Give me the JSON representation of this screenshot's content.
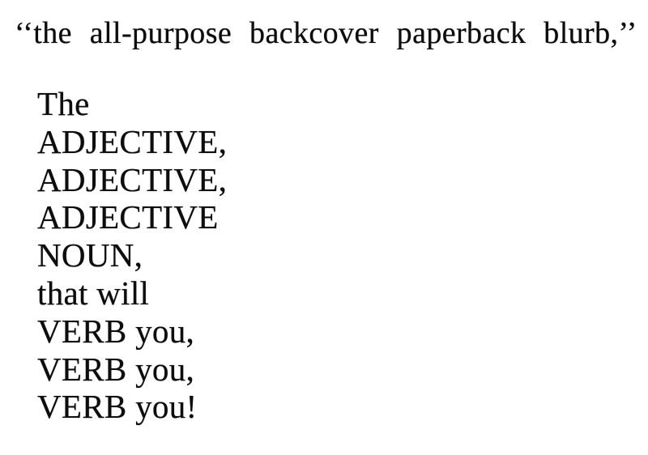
{
  "page": {
    "background_color": "#ffffff",
    "text_color": "#0d0d0d"
  },
  "blurb": {
    "title": "‘‘the all-purpose backcover paperback blurb,’’",
    "lines": [
      "The",
      "ADJECTIVE,",
      "ADJECTIVE,",
      "ADJECTIVE",
      "NOUN,",
      "that will",
      "VERB you,",
      "VERB you,",
      "VERB you!"
    ]
  }
}
